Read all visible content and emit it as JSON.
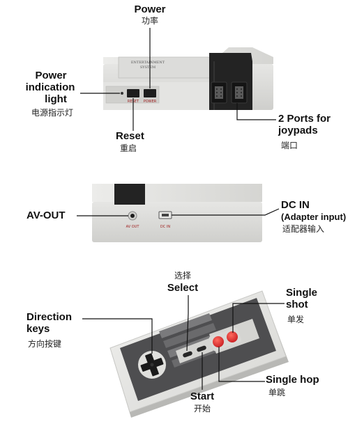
{
  "top": {
    "power": {
      "en": "Power",
      "cn": "功率"
    },
    "power_light": {
      "en_line1": "Power",
      "en_line2": "indication",
      "en_line3": "light",
      "cn": "电源指示灯"
    },
    "reset": {
      "en": "Reset",
      "cn": "重启"
    },
    "ports": {
      "en_line1": "2 Ports for",
      "en_line2": "joypads",
      "cn": "端口"
    },
    "console_emboss_line1": "ENTERTAINMENT",
    "console_emboss_line2": "SYSTEM",
    "reset_tag": "RESET",
    "power_tag": "POWER"
  },
  "middle": {
    "av_out": {
      "en": "AV-OUT"
    },
    "dc_in": {
      "en_line1": "DC IN",
      "en_line2": "(Adapter input)",
      "cn": "适配器输入"
    },
    "av_tag": "AV OUT",
    "dc_tag": "DC IN"
  },
  "bottom": {
    "select": {
      "en": "Select",
      "cn": "选择"
    },
    "direction": {
      "en_line1": "Direction",
      "en_line2": "keys",
      "cn": "方向按键"
    },
    "single_shot": {
      "en_line1": "Single",
      "en_line2": "shot",
      "cn": "单发"
    },
    "single_hop": {
      "en": "Single hop",
      "cn": "单跳"
    },
    "start": {
      "en": "Start",
      "cn": "开始"
    }
  },
  "colors": {
    "console_body": "#d9d9d7",
    "console_top": "#c9c9c6",
    "black_plastic": "#232323",
    "controller_face": "#505052",
    "red_button": "#e0262a",
    "line": "#111111"
  }
}
